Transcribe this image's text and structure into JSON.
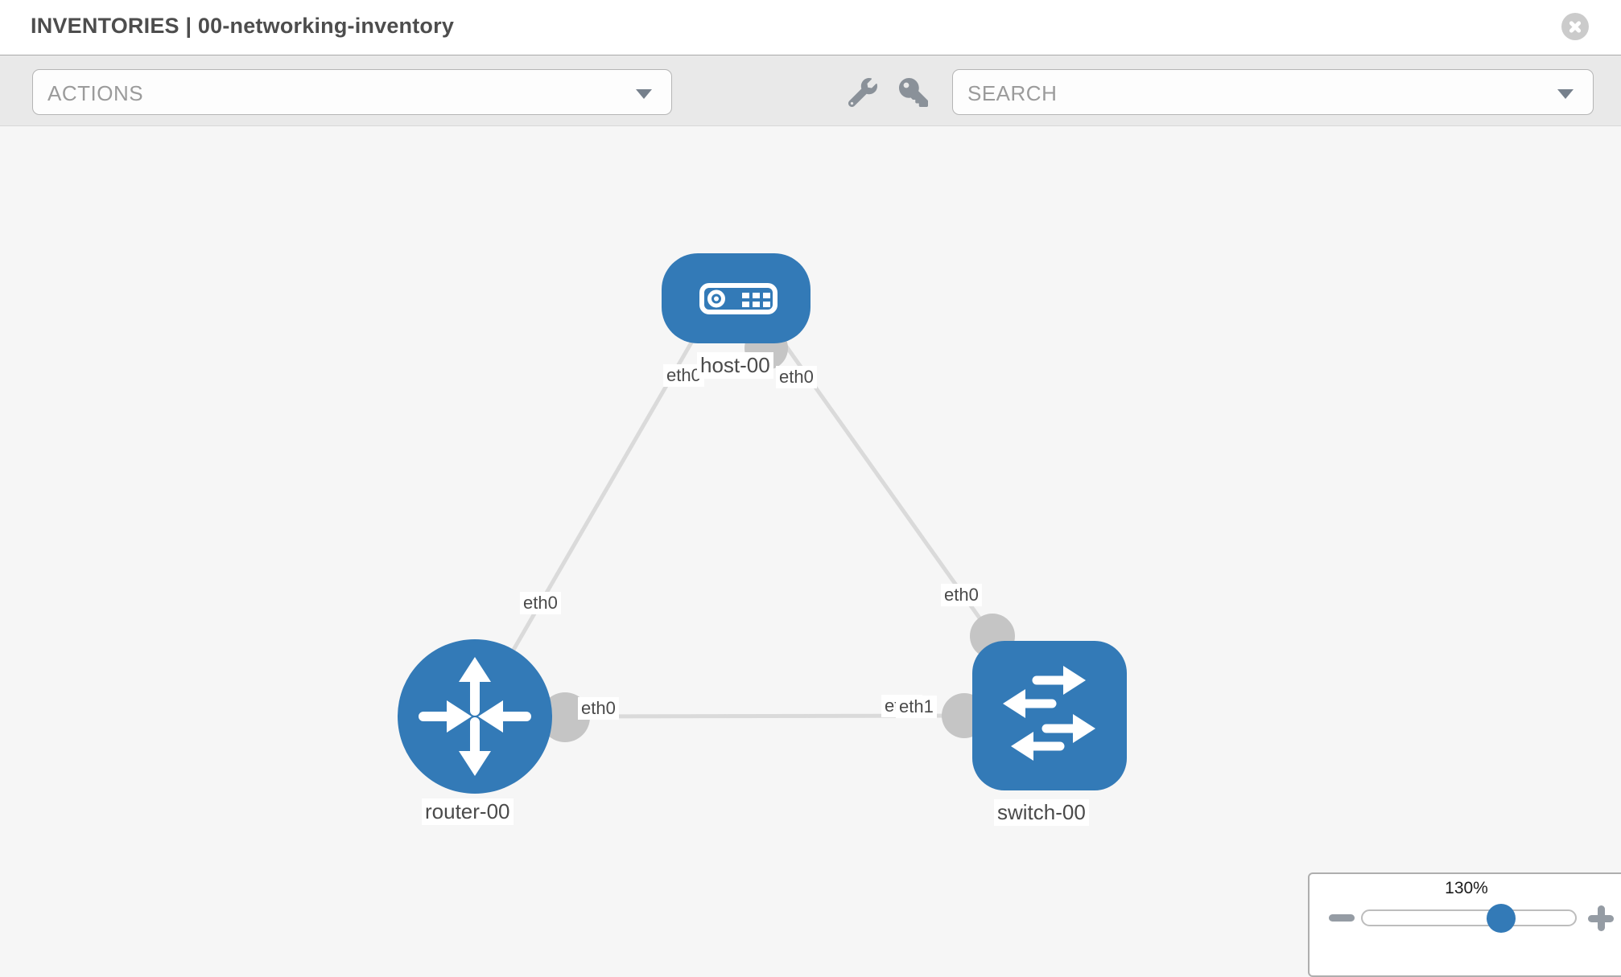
{
  "header": {
    "title": "INVENTORIES | 00-networking-inventory"
  },
  "toolbar": {
    "actions_label": "ACTIONS",
    "search_label": "SEARCH"
  },
  "topology": {
    "nodes": [
      {
        "id": "host-00",
        "type": "host",
        "label": "host-00"
      },
      {
        "id": "router-00",
        "type": "router",
        "label": "router-00"
      },
      {
        "id": "switch-00",
        "type": "switch",
        "label": "switch-00"
      }
    ],
    "links": [
      {
        "from": "host-00",
        "to": "router-00",
        "from_if": "eth0",
        "to_if": "eth0"
      },
      {
        "from": "host-00",
        "to": "switch-00",
        "from_if": "eth0",
        "to_if": "eth0"
      },
      {
        "from": "router-00",
        "to": "switch-00",
        "from_if": "eth0",
        "to_if": "eth1"
      }
    ],
    "node_labels": {
      "host": "host-00",
      "router": "router-00",
      "switch": "switch-00"
    },
    "if_labels": {
      "host_left": "eth0",
      "host_right": "eth0",
      "router_top": "eth0",
      "switch_top": "eth0",
      "router_right": "eth0",
      "switch_left_back": "eth0",
      "switch_left_front": "eth1"
    }
  },
  "zoom_control": {
    "level": "130%"
  },
  "colors": {
    "node_blue": "#337ab7",
    "link_gray": "#dadada",
    "port_gray": "#c5c5c5",
    "toolbar_bg": "#e9e9e9",
    "canvas_bg": "#f6f6f6"
  }
}
